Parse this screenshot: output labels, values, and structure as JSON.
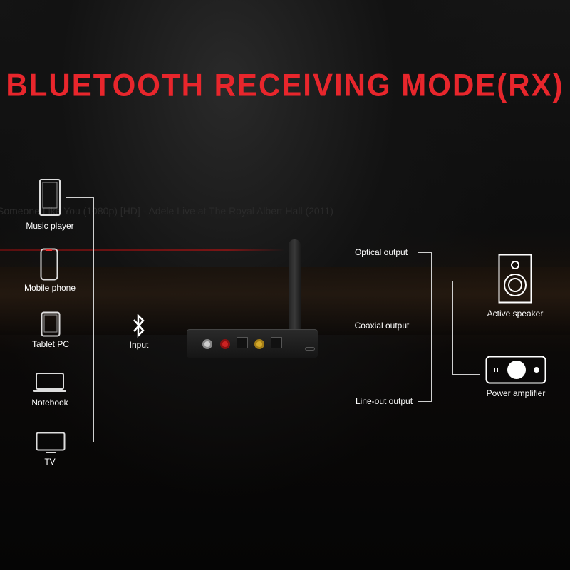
{
  "title": "BLUETOOTH RECEIVING MODE(RX)",
  "background_text": "Someone Like You (1080p) [HD] - Adele Live at The Royal Albert Hall (2011)",
  "sources": [
    {
      "label": "Music player",
      "icon": "music-player-icon"
    },
    {
      "label": "Mobile phone",
      "icon": "phone-icon"
    },
    {
      "label": "Tablet PC",
      "icon": "tablet-icon"
    },
    {
      "label": "Notebook",
      "icon": "laptop-icon"
    },
    {
      "label": "TV",
      "icon": "tv-icon"
    }
  ],
  "input": {
    "label": "Input",
    "icon": "bluetooth-icon"
  },
  "outputs": [
    "Optical output",
    "Coaxial output",
    "Line-out output"
  ],
  "destinations": [
    {
      "label": "Active speaker",
      "icon": "speaker-icon"
    },
    {
      "label": "Power amplifier",
      "icon": "amplifier-icon"
    }
  ],
  "colors": {
    "title": "#e8262c",
    "background": "#070707"
  }
}
